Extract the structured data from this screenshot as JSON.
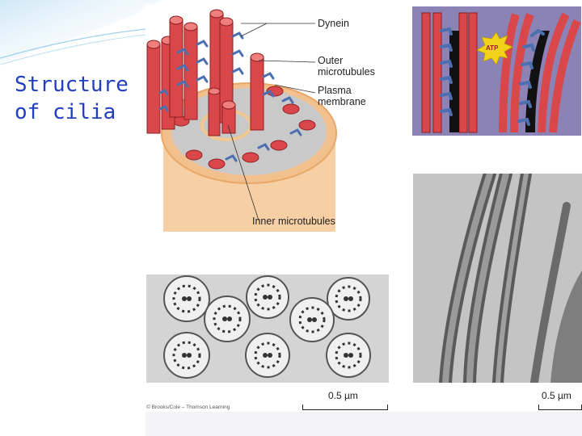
{
  "slide": {
    "title": "Structure\nof cilia",
    "title_color": "#1f3fbf",
    "accent_color": "#3a9fd6"
  },
  "diagram": {
    "labels": {
      "dynein": "Dynein",
      "outer": "Outer\nmicrotubules",
      "plasma": "Plasma\nmembrane",
      "inner": "Inner microtubules"
    },
    "colors": {
      "microtubule": "#d9474a",
      "dynein": "#4c6fb0",
      "membrane": "#f4c89a",
      "matrix": "#c9c9c9"
    }
  },
  "dynein_panel": {
    "atp_label": "ATP",
    "background": "#8b82b6"
  },
  "micrographs": {
    "cross_section_scale": "0.5 µm",
    "longitudinal_scale": "0.5 µm",
    "credit": "© Brooks/Cole – Thomson Learning"
  }
}
